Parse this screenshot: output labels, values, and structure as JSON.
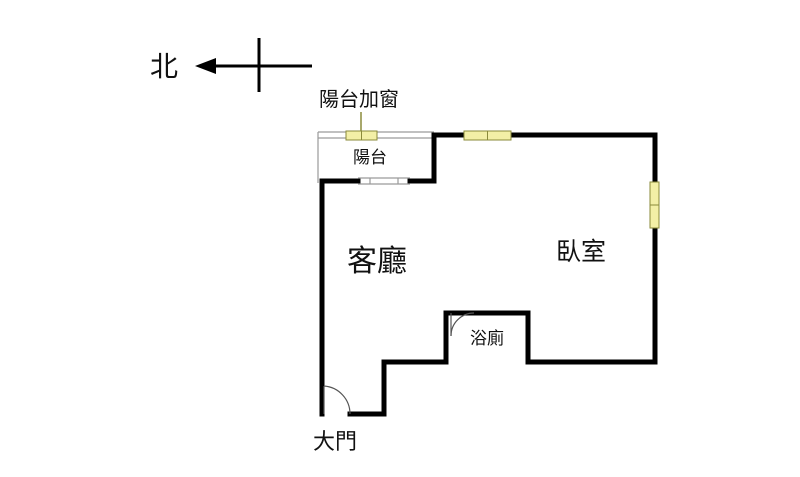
{
  "compass": {
    "north_label": "北"
  },
  "labels": {
    "balcony_window": "陽台加窗",
    "balcony": "陽台",
    "living_room": "客廳",
    "bedroom": "臥室",
    "bathroom": "浴廁",
    "main_door": "大門"
  },
  "colors": {
    "wall": "#000000",
    "window_fill": "#f3efa6",
    "window_stroke": "#8a8a3a",
    "thin_line": "#9a9a9a",
    "text": "#111111"
  }
}
